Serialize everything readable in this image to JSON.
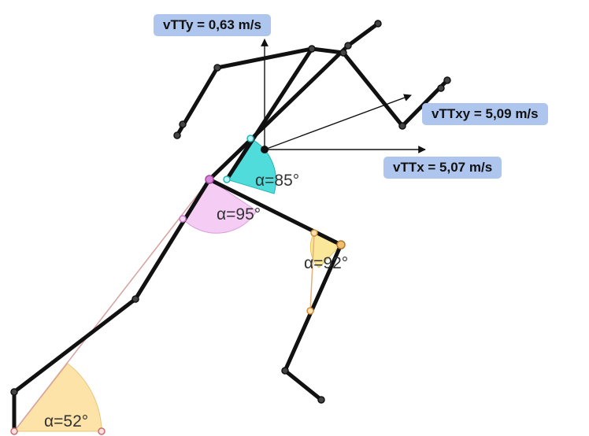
{
  "velocity_labels": {
    "vy": "vTTy = 0,63 m/s",
    "vxy": "vTTxy = 5,09 m/s",
    "vx": "vTTx = 5,07 m/s"
  },
  "angle_labels": {
    "shoulder": "α=85°",
    "hip": "α=95°",
    "knee": "α=92°",
    "ground": "α=52°"
  },
  "colors": {
    "skeleton": "#111111",
    "vector": "#111111",
    "label_bg": "#aec5ee",
    "angle_shoulder": "#33d6d6",
    "angle_hip": "#f3c6f3",
    "angle_knee": "#fbe79a",
    "angle_ground": "#fde3a7",
    "ground_line": "#d7a0a0"
  }
}
